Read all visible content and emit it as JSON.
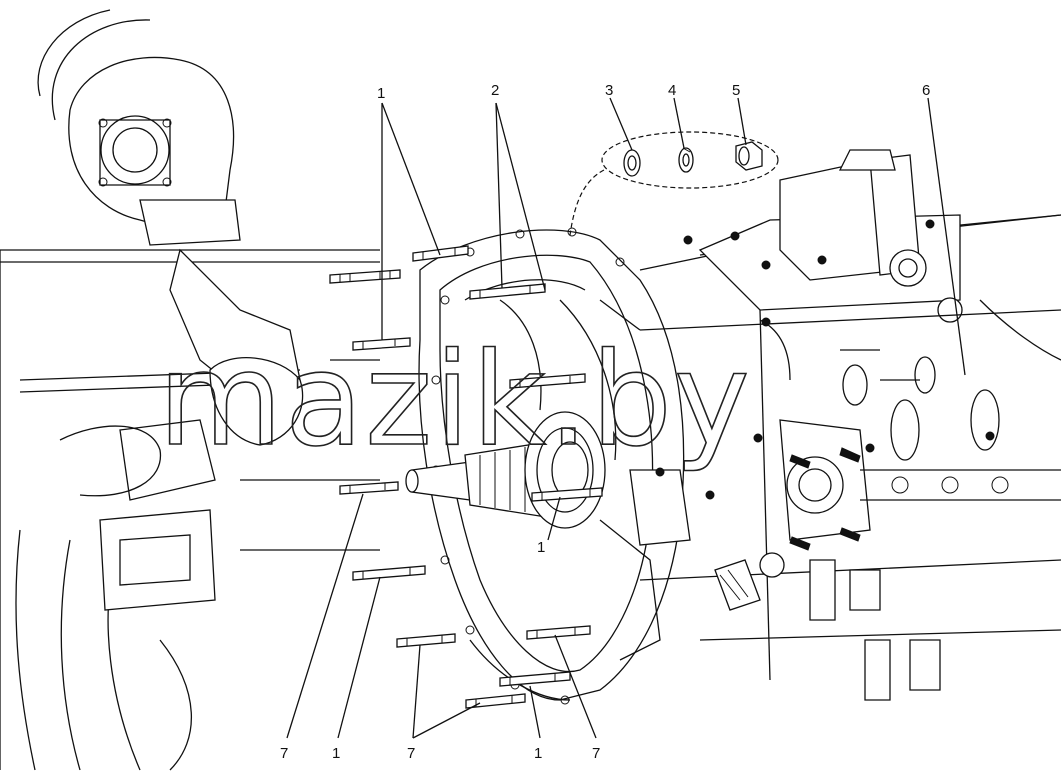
{
  "diagram": {
    "watermark": "mazik.by",
    "callouts": [
      {
        "id": "c1-top",
        "text": "1"
      },
      {
        "id": "c2-top",
        "text": "2"
      },
      {
        "id": "c3-top",
        "text": "3"
      },
      {
        "id": "c4-top",
        "text": "4"
      },
      {
        "id": "c5-top",
        "text": "5"
      },
      {
        "id": "c6-top",
        "text": "6"
      },
      {
        "id": "c1-mid",
        "text": "1"
      },
      {
        "id": "c7-bl",
        "text": "7"
      },
      {
        "id": "c1-bl",
        "text": "1"
      },
      {
        "id": "c7-bm",
        "text": "7"
      },
      {
        "id": "c1-bm",
        "text": "1"
      },
      {
        "id": "c7-br",
        "text": "7"
      }
    ],
    "parts": [
      {
        "name": "engine-block",
        "icon": "engine-icon"
      },
      {
        "name": "clutch-housing",
        "icon": "housing-icon"
      },
      {
        "name": "gearbox",
        "icon": "gearbox-icon"
      },
      {
        "name": "input-shaft",
        "icon": "shaft-icon"
      },
      {
        "name": "stud",
        "icon": "stud-icon"
      },
      {
        "name": "washer",
        "icon": "washer-icon"
      },
      {
        "name": "spring-washer",
        "icon": "spring-washer-icon"
      },
      {
        "name": "nut",
        "icon": "nut-icon"
      }
    ]
  }
}
